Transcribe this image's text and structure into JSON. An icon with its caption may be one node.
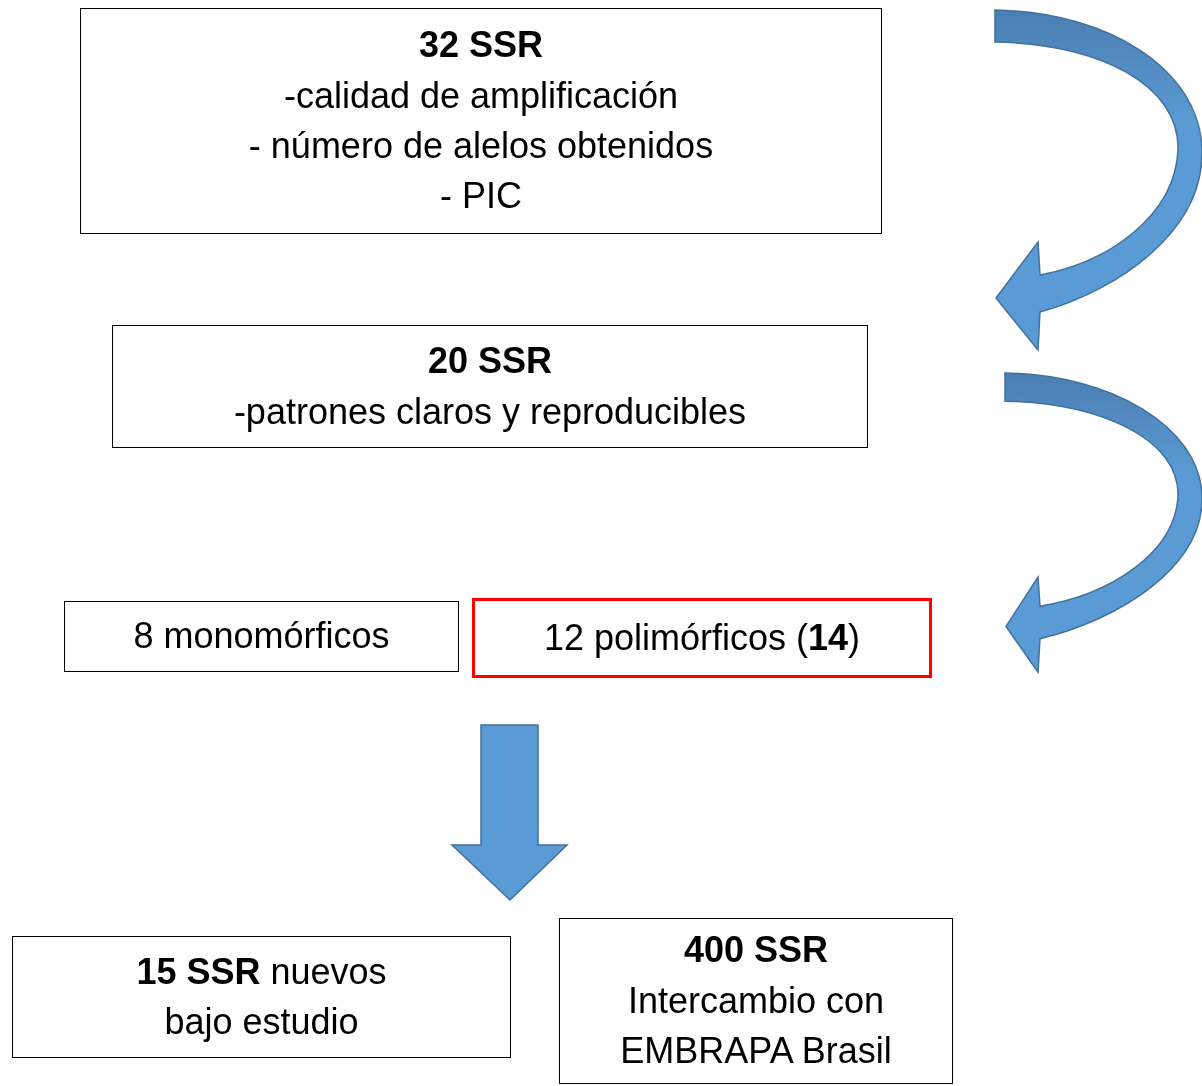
{
  "diagram": {
    "nodes": [
      {
        "text": [
          "32 SSR",
          "-calidad de amplificación",
          "- número de alelos obtenidos",
          "- PIC"
        ]
      },
      {
        "text": [
          "20 SSR",
          "-patrones claros y reproducibles"
        ]
      },
      {
        "text": [
          "8 monomórficos"
        ]
      },
      {
        "text": [
          "12 polimórficos (**14**)"
        ]
      },
      {
        "text": [
          "**15 SSR** nuevos bajo estudio"
        ]
      },
      {
        "text": [
          "400 SSR",
          "Intercambio con EMBRAPA Brasil"
        ]
      }
    ],
    "edges": [
      {
        "from": 0,
        "to": 1,
        "arrow": "to"
      },
      {
        "from": 1,
        "to": 3,
        "arrow": "to"
      },
      {
        "from": 3,
        "to": 4,
        "arrow": "to"
      },
      {
        "from": 3,
        "to": 5,
        "arrow": "to"
      }
    ]
  }
}
